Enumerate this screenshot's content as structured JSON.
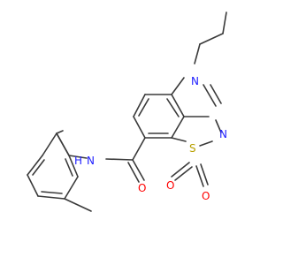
{
  "molecule": {
    "atoms": {
      "n_amide": "N",
      "h_amide": "H",
      "o_carbonyl": "O",
      "n_ring": "N",
      "n_imine": "N",
      "s": "S",
      "o_sulfonyl_1": "O",
      "o_sulfonyl_2": "O"
    }
  },
  "colors": {
    "bond": "#3a3a3a",
    "nitrogen": "#2020ff",
    "oxygen": "#ff0000",
    "sulfur": "#b8a000"
  }
}
